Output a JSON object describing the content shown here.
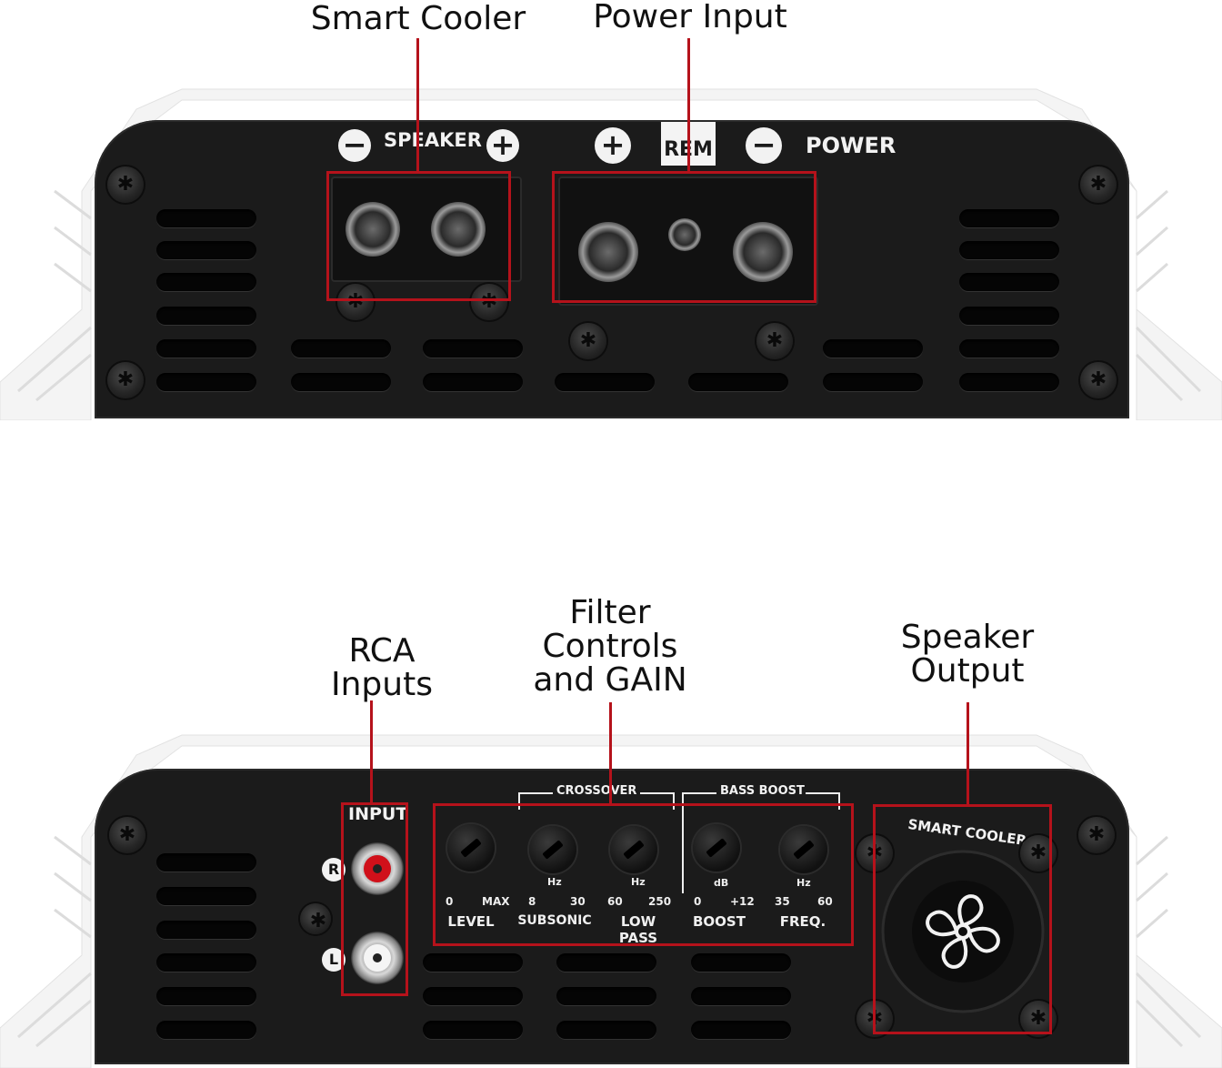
{
  "callouts": {
    "smart_cooler": "Smart Cooler",
    "power_input": "Power Input",
    "rca_inputs": [
      "RCA",
      "Inputs"
    ],
    "filter_controls": [
      "Filter",
      "Controls",
      "and GAIN"
    ],
    "speaker_output": [
      "Speaker",
      "Output"
    ]
  },
  "top_panel": {
    "speaker_label": "SPEAKER",
    "rem_label": "REM",
    "power_label": "POWER",
    "minus_sign": "−",
    "plus_sign": "+"
  },
  "bottom_panel": {
    "input_label": "INPUT",
    "rca_right": "R",
    "rca_left": "L",
    "crossover_label": "CROSSOVER",
    "bass_boost_label": "BASS BOOST",
    "smart_cooler_label": "SMART COOLER",
    "level": {
      "label": "LEVEL",
      "min": "0",
      "max": "MAX"
    },
    "subsonic": {
      "label": "SUBSONIC",
      "unit": "Hz",
      "min": "8",
      "max": "30"
    },
    "low_pass": {
      "label": "LOW PASS",
      "unit": "Hz",
      "min": "60",
      "max": "250"
    },
    "boost": {
      "label": "BOOST",
      "unit": "dB",
      "min": "0",
      "max": "+12"
    },
    "freq": {
      "label": "FREQ.",
      "unit": "Hz",
      "min": "35",
      "max": "60"
    }
  },
  "colors": {
    "callout_red": "#b5121b",
    "panel_black": "#1b1b1b",
    "fin_white": "#f4f4f4",
    "rca_red": "#d0101a",
    "rca_white": "#f5f5f5"
  }
}
